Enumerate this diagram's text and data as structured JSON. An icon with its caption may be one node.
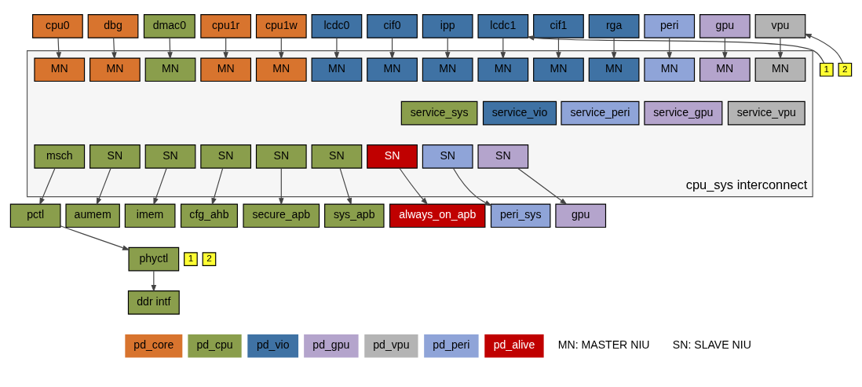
{
  "diagram": {
    "nodes": [
      {
        "text": [
          "cpu0"
        ]
      },
      {
        "text": [
          "dbg"
        ]
      },
      {
        "text": [
          "dmac0"
        ]
      },
      {
        "text": [
          "cpu1r"
        ]
      },
      {
        "text": [
          "cpu1w"
        ]
      },
      {
        "text": [
          "lcdc0"
        ]
      },
      {
        "text": [
          "cif0"
        ]
      },
      {
        "text": [
          "ipp"
        ]
      },
      {
        "text": [
          "lcdc1"
        ]
      },
      {
        "text": [
          "cif1"
        ]
      },
      {
        "text": [
          "rga"
        ]
      },
      {
        "text": [
          "peri"
        ]
      },
      {
        "text": [
          "gpu"
        ]
      },
      {
        "text": [
          "vpu"
        ]
      },
      {
        "text": [
          "1"
        ]
      },
      {
        "text": [
          "2"
        ]
      },
      {
        "text": [
          "cpu_sys interconnect"
        ]
      },
      {
        "text": [
          "MN"
        ],
        "in": 16
      },
      {
        "text": [
          "MN"
        ],
        "in": 16
      },
      {
        "text": [
          "MN"
        ],
        "in": 16
      },
      {
        "text": [
          "MN"
        ],
        "in": 16
      },
      {
        "text": [
          "MN"
        ],
        "in": 16
      },
      {
        "text": [
          "MN"
        ],
        "in": 16
      },
      {
        "text": [
          "MN"
        ],
        "in": 16
      },
      {
        "text": [
          "MN"
        ],
        "in": 16
      },
      {
        "text": [
          "MN"
        ],
        "in": 16
      },
      {
        "text": [
          "MN"
        ],
        "in": 16
      },
      {
        "text": [
          "MN"
        ],
        "in": 16
      },
      {
        "text": [
          "MN"
        ],
        "in": 16
      },
      {
        "text": [
          "MN"
        ],
        "in": 16
      },
      {
        "text": [
          "MN"
        ],
        "in": 16
      },
      {
        "text": [
          "service_sys"
        ],
        "in": 16
      },
      {
        "text": [
          "service_vio"
        ],
        "in": 16
      },
      {
        "text": [
          "service_peri"
        ],
        "in": 16
      },
      {
        "text": [
          "service_gpu"
        ],
        "in": 16
      },
      {
        "text": [
          "service_vpu"
        ],
        "in": 16
      },
      {
        "text": [
          "msch"
        ],
        "in": 16
      },
      {
        "text": [
          "SN"
        ],
        "in": 16
      },
      {
        "text": [
          "SN"
        ],
        "in": 16
      },
      {
        "text": [
          "SN"
        ],
        "in": 16
      },
      {
        "text": [
          "SN"
        ],
        "in": 16
      },
      {
        "text": [
          "SN"
        ],
        "in": 16
      },
      {
        "text": [
          "SN"
        ],
        "in": 16
      },
      {
        "text": [
          "SN"
        ],
        "in": 16
      },
      {
        "text": [
          "SN"
        ],
        "in": 16
      },
      {
        "text": [
          "pctl"
        ]
      },
      {
        "text": [
          "phyctl"
        ]
      },
      {
        "text": [
          "ddr intf"
        ]
      },
      {
        "text": [
          "aumem"
        ]
      },
      {
        "text": [
          "imem"
        ]
      },
      {
        "text": [
          "cfg_ahb"
        ]
      },
      {
        "text": [
          "secure_apb"
        ]
      },
      {
        "text": [
          "sys_apb"
        ]
      },
      {
        "text": [
          "always_on_apb"
        ]
      },
      {
        "text": [
          "peri_sys"
        ]
      },
      {
        "text": [
          "gpu"
        ]
      },
      {
        "text": [
          "1"
        ]
      },
      {
        "text": [
          "2"
        ]
      }
    ],
    "edges": [
      {
        "from": 0,
        "to": 17,
        "arrow": "to"
      },
      {
        "from": 1,
        "to": 18,
        "arrow": "to"
      },
      {
        "from": 2,
        "to": 19,
        "arrow": "to"
      },
      {
        "from": 3,
        "to": 20,
        "arrow": "to"
      },
      {
        "from": 4,
        "to": 21,
        "arrow": "to"
      },
      {
        "from": 5,
        "to": 22,
        "arrow": "to"
      },
      {
        "from": 6,
        "to": 23,
        "arrow": "to"
      },
      {
        "from": 7,
        "to": 24,
        "arrow": "to"
      },
      {
        "from": 8,
        "to": 25,
        "arrow": "to"
      },
      {
        "from": 9,
        "to": 26,
        "arrow": "to"
      },
      {
        "from": 10,
        "to": 27,
        "arrow": "to"
      },
      {
        "from": 11,
        "to": 28,
        "arrow": "to"
      },
      {
        "from": 12,
        "to": 29,
        "arrow": "to"
      },
      {
        "from": 13,
        "to": 30,
        "arrow": "to"
      },
      {
        "from": 14,
        "to": 8,
        "arrow": "to"
      },
      {
        "from": 15,
        "to": 13,
        "arrow": "to"
      },
      {
        "from": 36,
        "to": 45,
        "arrow": "to"
      },
      {
        "from": 45,
        "to": 46,
        "arrow": "to"
      },
      {
        "from": 46,
        "to": 47,
        "arrow": "to"
      },
      {
        "from": 37,
        "to": 48,
        "arrow": "to"
      },
      {
        "from": 38,
        "to": 49,
        "arrow": "to"
      },
      {
        "from": 39,
        "to": 50,
        "arrow": "to"
      },
      {
        "from": 40,
        "to": 51,
        "arrow": "to"
      },
      {
        "from": 41,
        "to": 52,
        "arrow": "to"
      },
      {
        "from": 42,
        "to": 53,
        "arrow": "to"
      },
      {
        "from": 43,
        "to": 54,
        "arrow": "to"
      },
      {
        "from": 44,
        "to": 55,
        "arrow": "to"
      }
    ],
    "labels": [
      "MN: MASTER NIU",
      "SN: SLAVE NIU"
    ],
    "legend": [
      {
        "text": "pd_core",
        "color": "#d8742e"
      },
      {
        "text": "pd_cpu",
        "color": "#8a9e4c"
      },
      {
        "text": "pd_vio",
        "color": "#3f72a4"
      },
      {
        "text": "pd_gpu",
        "color": "#b4a4cc"
      },
      {
        "text": "pd_vpu",
        "color": "#b4b4b4"
      },
      {
        "text": "pd_peri",
        "color": "#8fa4d8"
      },
      {
        "text": "pd_alive",
        "color": "#c00000"
      }
    ]
  }
}
